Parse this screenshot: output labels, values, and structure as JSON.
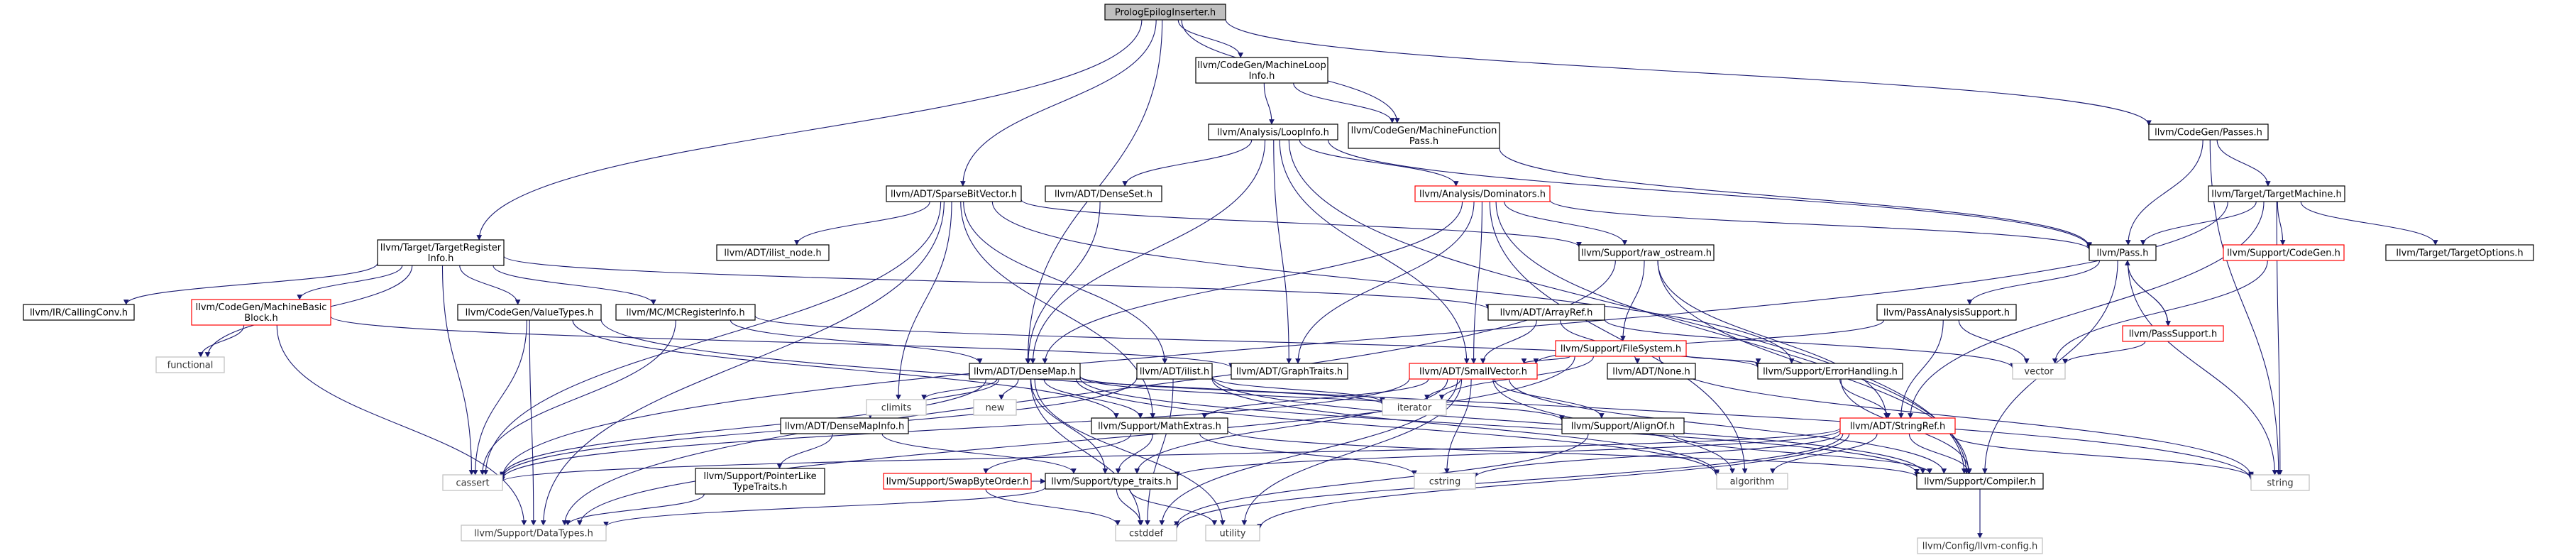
{
  "colors": {
    "edge": "#191970",
    "documented": "#000000",
    "undocumented": "#ff0000",
    "system": "#bfbfbf",
    "root_fill": "#bfbfbf"
  },
  "nodes": [
    {
      "id": "root",
      "kind": "root",
      "lines": [
        "PrologEpilogInserter.h"
      ]
    },
    {
      "id": "mli",
      "kind": "doc",
      "lines": [
        "llvm/CodeGen/MachineLoop",
        "Info.h"
      ]
    },
    {
      "id": "li",
      "kind": "doc",
      "lines": [
        "llvm/Analysis/LoopInfo.h"
      ]
    },
    {
      "id": "mfp",
      "kind": "doc",
      "lines": [
        "llvm/CodeGen/MachineFunction",
        "Pass.h"
      ]
    },
    {
      "id": "passes",
      "kind": "doc",
      "lines": [
        "llvm/CodeGen/Passes.h"
      ]
    },
    {
      "id": "tm",
      "kind": "doc",
      "lines": [
        "llvm/Target/TargetMachine.h"
      ]
    },
    {
      "id": "sbv",
      "kind": "doc",
      "lines": [
        "llvm/ADT/SparseBitVector.h"
      ]
    },
    {
      "id": "denseset",
      "kind": "doc",
      "lines": [
        "llvm/ADT/DenseSet.h"
      ]
    },
    {
      "id": "dom",
      "kind": "red",
      "lines": [
        "llvm/Analysis/Dominators.h"
      ]
    },
    {
      "id": "tri",
      "kind": "doc",
      "lines": [
        "llvm/Target/TargetRegister",
        "Info.h"
      ]
    },
    {
      "id": "ilistnode",
      "kind": "doc",
      "lines": [
        "llvm/ADT/ilist_node.h"
      ]
    },
    {
      "id": "rawos",
      "kind": "doc",
      "lines": [
        "llvm/Support/raw_ostream.h"
      ]
    },
    {
      "id": "pass",
      "kind": "doc",
      "lines": [
        "llvm/Pass.h"
      ]
    },
    {
      "id": "scg",
      "kind": "red",
      "lines": [
        "llvm/Support/CodeGen.h"
      ]
    },
    {
      "id": "tto",
      "kind": "doc",
      "lines": [
        "llvm/Target/TargetOptions.h"
      ]
    },
    {
      "id": "cc",
      "kind": "doc",
      "lines": [
        "llvm/IR/CallingConv.h"
      ]
    },
    {
      "id": "mbb",
      "kind": "red",
      "lines": [
        "llvm/CodeGen/MachineBasic",
        "Block.h"
      ]
    },
    {
      "id": "cgvt",
      "kind": "doc",
      "lines": [
        "llvm/CodeGen/ValueTypes.h"
      ]
    },
    {
      "id": "mri",
      "kind": "doc",
      "lines": [
        "llvm/MC/MCRegisterInfo.h"
      ]
    },
    {
      "id": "arrayref",
      "kind": "doc",
      "lines": [
        "llvm/ADT/ArrayRef.h"
      ]
    },
    {
      "id": "fs",
      "kind": "red",
      "lines": [
        "llvm/Support/FileSystem.h"
      ]
    },
    {
      "id": "pas",
      "kind": "doc",
      "lines": [
        "llvm/PassAnalysisSupport.h"
      ]
    },
    {
      "id": "ps",
      "kind": "red",
      "lines": [
        "llvm/PassSupport.h"
      ]
    },
    {
      "id": "functional",
      "kind": "sys",
      "lines": [
        "functional"
      ]
    },
    {
      "id": "densemap",
      "kind": "doc",
      "lines": [
        "llvm/ADT/DenseMap.h"
      ]
    },
    {
      "id": "ilist",
      "kind": "doc",
      "lines": [
        "llvm/ADT/ilist.h"
      ]
    },
    {
      "id": "graphtraits",
      "kind": "doc",
      "lines": [
        "llvm/ADT/GraphTraits.h"
      ]
    },
    {
      "id": "smallvec",
      "kind": "red",
      "lines": [
        "llvm/ADT/SmallVector.h"
      ]
    },
    {
      "id": "none",
      "kind": "doc",
      "lines": [
        "llvm/ADT/None.h"
      ]
    },
    {
      "id": "errh",
      "kind": "doc",
      "lines": [
        "llvm/Support/ErrorHandling.h"
      ]
    },
    {
      "id": "vector",
      "kind": "sys",
      "lines": [
        "vector"
      ]
    },
    {
      "id": "climits",
      "kind": "sys",
      "lines": [
        "climits"
      ]
    },
    {
      "id": "new",
      "kind": "sys",
      "lines": [
        "new"
      ]
    },
    {
      "id": "dmi",
      "kind": "doc",
      "lines": [
        "llvm/ADT/DenseMapInfo.h"
      ]
    },
    {
      "id": "mathx",
      "kind": "doc",
      "lines": [
        "llvm/Support/MathExtras.h"
      ]
    },
    {
      "id": "iterator",
      "kind": "sys",
      "lines": [
        "iterator"
      ]
    },
    {
      "id": "alignof",
      "kind": "doc",
      "lines": [
        "llvm/Support/AlignOf.h"
      ]
    },
    {
      "id": "stringref",
      "kind": "red",
      "lines": [
        "llvm/ADT/StringRef.h"
      ]
    },
    {
      "id": "cassert",
      "kind": "sys",
      "lines": [
        "cassert"
      ]
    },
    {
      "id": "ptlt",
      "kind": "doc",
      "lines": [
        "llvm/Support/PointerLike",
        "TypeTraits.h"
      ]
    },
    {
      "id": "swap",
      "kind": "red",
      "lines": [
        "llvm/Support/SwapByteOrder.h"
      ]
    },
    {
      "id": "tt",
      "kind": "doc",
      "lines": [
        "llvm/Support/type_traits.h"
      ]
    },
    {
      "id": "cstring",
      "kind": "sys",
      "lines": [
        "cstring"
      ]
    },
    {
      "id": "algorithm",
      "kind": "sys",
      "lines": [
        "algorithm"
      ]
    },
    {
      "id": "compiler",
      "kind": "doc",
      "lines": [
        "llvm/Support/Compiler.h"
      ]
    },
    {
      "id": "string",
      "kind": "sys",
      "lines": [
        "string"
      ]
    },
    {
      "id": "cstddef",
      "kind": "sys",
      "lines": [
        "cstddef"
      ]
    },
    {
      "id": "utility",
      "kind": "sys",
      "lines": [
        "utility"
      ]
    },
    {
      "id": "datatypes",
      "kind": "sys",
      "lines": [
        "llvm/Support/DataTypes.h"
      ]
    },
    {
      "id": "llvmconfig",
      "kind": "sys",
      "lines": [
        "llvm/Config/llvm-config.h"
      ]
    }
  ],
  "edges": [
    [
      "root",
      "mli"
    ],
    [
      "root",
      "mfp"
    ],
    [
      "root",
      "passes"
    ],
    [
      "root",
      "sbv"
    ],
    [
      "root",
      "tri"
    ],
    [
      "root",
      "densemap"
    ],
    [
      "mli",
      "li"
    ],
    [
      "mli",
      "mfp"
    ],
    [
      "li",
      "denseset"
    ],
    [
      "li",
      "dom"
    ],
    [
      "li",
      "densemap"
    ],
    [
      "li",
      "graphtraits"
    ],
    [
      "li",
      "smallvec"
    ],
    [
      "li",
      "pass"
    ],
    [
      "li",
      "compiler"
    ],
    [
      "mfp",
      "pass"
    ],
    [
      "passes",
      "tm"
    ],
    [
      "passes",
      "pass"
    ],
    [
      "passes",
      "string"
    ],
    [
      "tm",
      "pass"
    ],
    [
      "tm",
      "scg"
    ],
    [
      "tm",
      "tto"
    ],
    [
      "tm",
      "stringref"
    ],
    [
      "tm",
      "cassert"
    ],
    [
      "tm",
      "string"
    ],
    [
      "sbv",
      "ilistnode"
    ],
    [
      "sbv",
      "rawos"
    ],
    [
      "sbv",
      "ilist"
    ],
    [
      "sbv",
      "mathx"
    ],
    [
      "sbv",
      "climits"
    ],
    [
      "sbv",
      "cassert"
    ],
    [
      "sbv",
      "errh"
    ],
    [
      "sbv",
      "datatypes"
    ],
    [
      "denseset",
      "densemap"
    ],
    [
      "dom",
      "rawos"
    ],
    [
      "dom",
      "densemap"
    ],
    [
      "dom",
      "graphtraits"
    ],
    [
      "dom",
      "smallvec"
    ],
    [
      "dom",
      "pass"
    ],
    [
      "dom",
      "compiler"
    ],
    [
      "dom",
      "algorithm"
    ],
    [
      "tri",
      "cc"
    ],
    [
      "tri",
      "mbb"
    ],
    [
      "tri",
      "cgvt"
    ],
    [
      "tri",
      "mri"
    ],
    [
      "tri",
      "arrayref"
    ],
    [
      "tri",
      "functional"
    ],
    [
      "tri",
      "cassert"
    ],
    [
      "rawos",
      "fs"
    ],
    [
      "rawos",
      "stringref"
    ],
    [
      "rawos",
      "compiler"
    ],
    [
      "rawos",
      "datatypes"
    ],
    [
      "pass",
      "pas"
    ],
    [
      "pass",
      "ps"
    ],
    [
      "pass",
      "compiler"
    ],
    [
      "pass",
      "string"
    ],
    [
      "scg",
      "vector"
    ],
    [
      "mbb",
      "functional"
    ],
    [
      "mbb",
      "graphtraits"
    ],
    [
      "mbb",
      "datatypes"
    ],
    [
      "cgvt",
      "mathx"
    ],
    [
      "cgvt",
      "cassert"
    ],
    [
      "cgvt",
      "string"
    ],
    [
      "cgvt",
      "datatypes"
    ],
    [
      "mri",
      "densemap"
    ],
    [
      "mri",
      "errh"
    ],
    [
      "mri",
      "cassert"
    ],
    [
      "arrayref",
      "none"
    ],
    [
      "arrayref",
      "smallvec"
    ],
    [
      "arrayref",
      "vector"
    ],
    [
      "fs",
      "smallvec"
    ],
    [
      "fs",
      "errh"
    ],
    [
      "fs",
      "datatypes"
    ],
    [
      "fs",
      "iterator"
    ],
    [
      "fs",
      "string"
    ],
    [
      "pas",
      "stringref"
    ],
    [
      "pas",
      "smallvec"
    ],
    [
      "pas",
      "vector"
    ],
    [
      "ps",
      "pass"
    ],
    [
      "ps",
      "vector"
    ],
    [
      "densemap",
      "dmi"
    ],
    [
      "densemap",
      "mathx"
    ],
    [
      "densemap",
      "alignof"
    ],
    [
      "densemap",
      "tt"
    ],
    [
      "densemap",
      "new"
    ],
    [
      "densemap",
      "climits"
    ],
    [
      "densemap",
      "cassert"
    ],
    [
      "densemap",
      "iterator"
    ],
    [
      "densemap",
      "algorithm"
    ],
    [
      "densemap",
      "utility"
    ],
    [
      "densemap",
      "cstddef"
    ],
    [
      "densemap",
      "compiler"
    ],
    [
      "ilist",
      "compiler"
    ],
    [
      "ilist",
      "cassert"
    ],
    [
      "ilist",
      "iterator"
    ],
    [
      "ilist",
      "algorithm"
    ],
    [
      "ilist",
      "cstddef"
    ],
    [
      "smallvec",
      "alignof"
    ],
    [
      "smallvec",
      "mathx"
    ],
    [
      "smallvec",
      "tt"
    ],
    [
      "smallvec",
      "compiler"
    ],
    [
      "smallvec",
      "cassert"
    ],
    [
      "smallvec",
      "iterator"
    ],
    [
      "smallvec",
      "algorithm"
    ],
    [
      "smallvec",
      "cstring"
    ],
    [
      "smallvec",
      "cstddef"
    ],
    [
      "smallvec",
      "utility"
    ],
    [
      "errh",
      "compiler"
    ],
    [
      "errh",
      "stringref"
    ],
    [
      "dmi",
      "ptlt"
    ],
    [
      "dmi",
      "tt"
    ],
    [
      "mathx",
      "swap"
    ],
    [
      "mathx",
      "tt"
    ],
    [
      "mathx",
      "compiler"
    ],
    [
      "mathx",
      "cstring"
    ],
    [
      "alignof",
      "compiler"
    ],
    [
      "alignof",
      "cstddef"
    ],
    [
      "stringref",
      "tt"
    ],
    [
      "stringref",
      "compiler"
    ],
    [
      "stringref",
      "cassert"
    ],
    [
      "stringref",
      "algorithm"
    ],
    [
      "stringref",
      "cstring"
    ],
    [
      "stringref",
      "string"
    ],
    [
      "stringref",
      "utility"
    ],
    [
      "stringref",
      "cstddef"
    ],
    [
      "ptlt",
      "datatypes"
    ],
    [
      "swap",
      "tt"
    ],
    [
      "swap",
      "cstddef"
    ],
    [
      "tt",
      "datatypes"
    ],
    [
      "tt",
      "utility"
    ],
    [
      "tt",
      "cstddef"
    ],
    [
      "compiler",
      "llvmconfig"
    ]
  ]
}
